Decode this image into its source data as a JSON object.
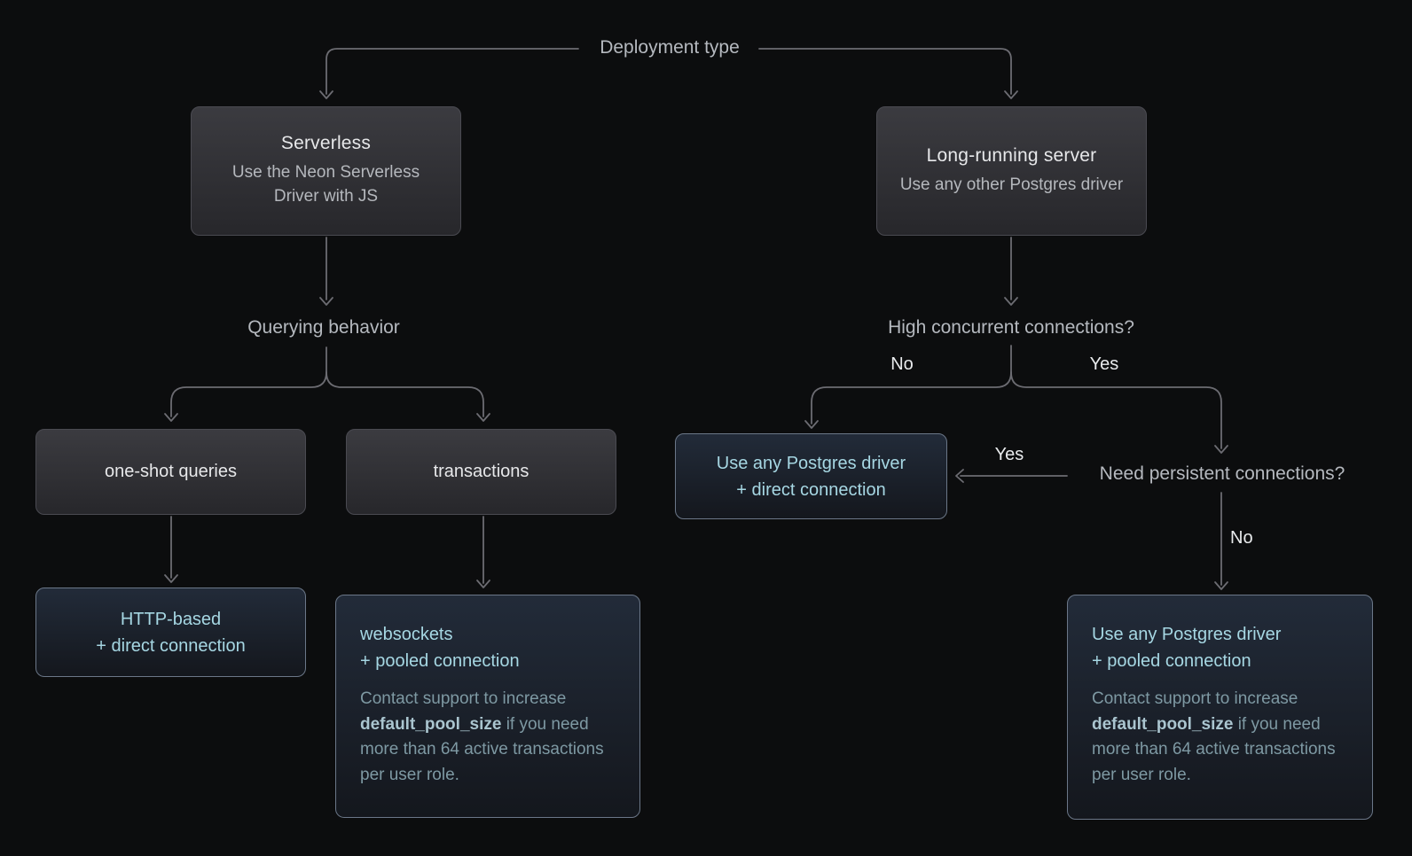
{
  "colors": {
    "background": "#0c0d0e",
    "line": "#6c6c72",
    "box_bg_top": "#3b3b40",
    "box_bg_bottom": "#27272b",
    "box_border": "#4a4a51",
    "accent_bg_top": "#222b39",
    "accent_bg_bottom": "#14171d",
    "accent_border": "#6b7788",
    "accent_text": "#a6d7e3",
    "note_text": "#7e99a3",
    "note_bold": "#aac5cf",
    "title_text": "#e7e8ea",
    "subtitle_text": "#b5b8bd",
    "label_text": "#b5b9bf",
    "edge_label_text": "#e9ebed"
  },
  "root": {
    "label": "Deployment type"
  },
  "nodes": {
    "serverless": {
      "title": "Serverless",
      "subtitle": "Use the Neon Serverless Driver with JS"
    },
    "long_running": {
      "title": "Long-running server",
      "subtitle": "Use any other Postgres driver"
    },
    "querying_behavior": {
      "label": "Querying behavior"
    },
    "high_concurrent": {
      "label": "High concurrent connections?"
    },
    "need_persistent": {
      "label": "Need persistent connections?"
    },
    "one_shot": {
      "label": "one-shot queries"
    },
    "transactions": {
      "label": "transactions"
    },
    "http_direct": {
      "line1": "HTTP-based",
      "line2": "+ direct connection"
    },
    "any_direct": {
      "line1": "Use any Postgres driver",
      "line2": "+ direct connection"
    },
    "ws_pooled": {
      "line1": "websockets",
      "line2": "+ pooled connection"
    },
    "any_pooled": {
      "line1": "Use any Postgres driver",
      "line2": "+ pooled connection"
    },
    "pool_note": {
      "pre": "Contact support to increase ",
      "bold": "default_pool_size",
      "post": " if you need more than 64 active transactions per user role."
    }
  },
  "edge_labels": {
    "hc_no": "No",
    "hc_yes": "Yes",
    "np_yes": "Yes",
    "np_no": "No"
  }
}
